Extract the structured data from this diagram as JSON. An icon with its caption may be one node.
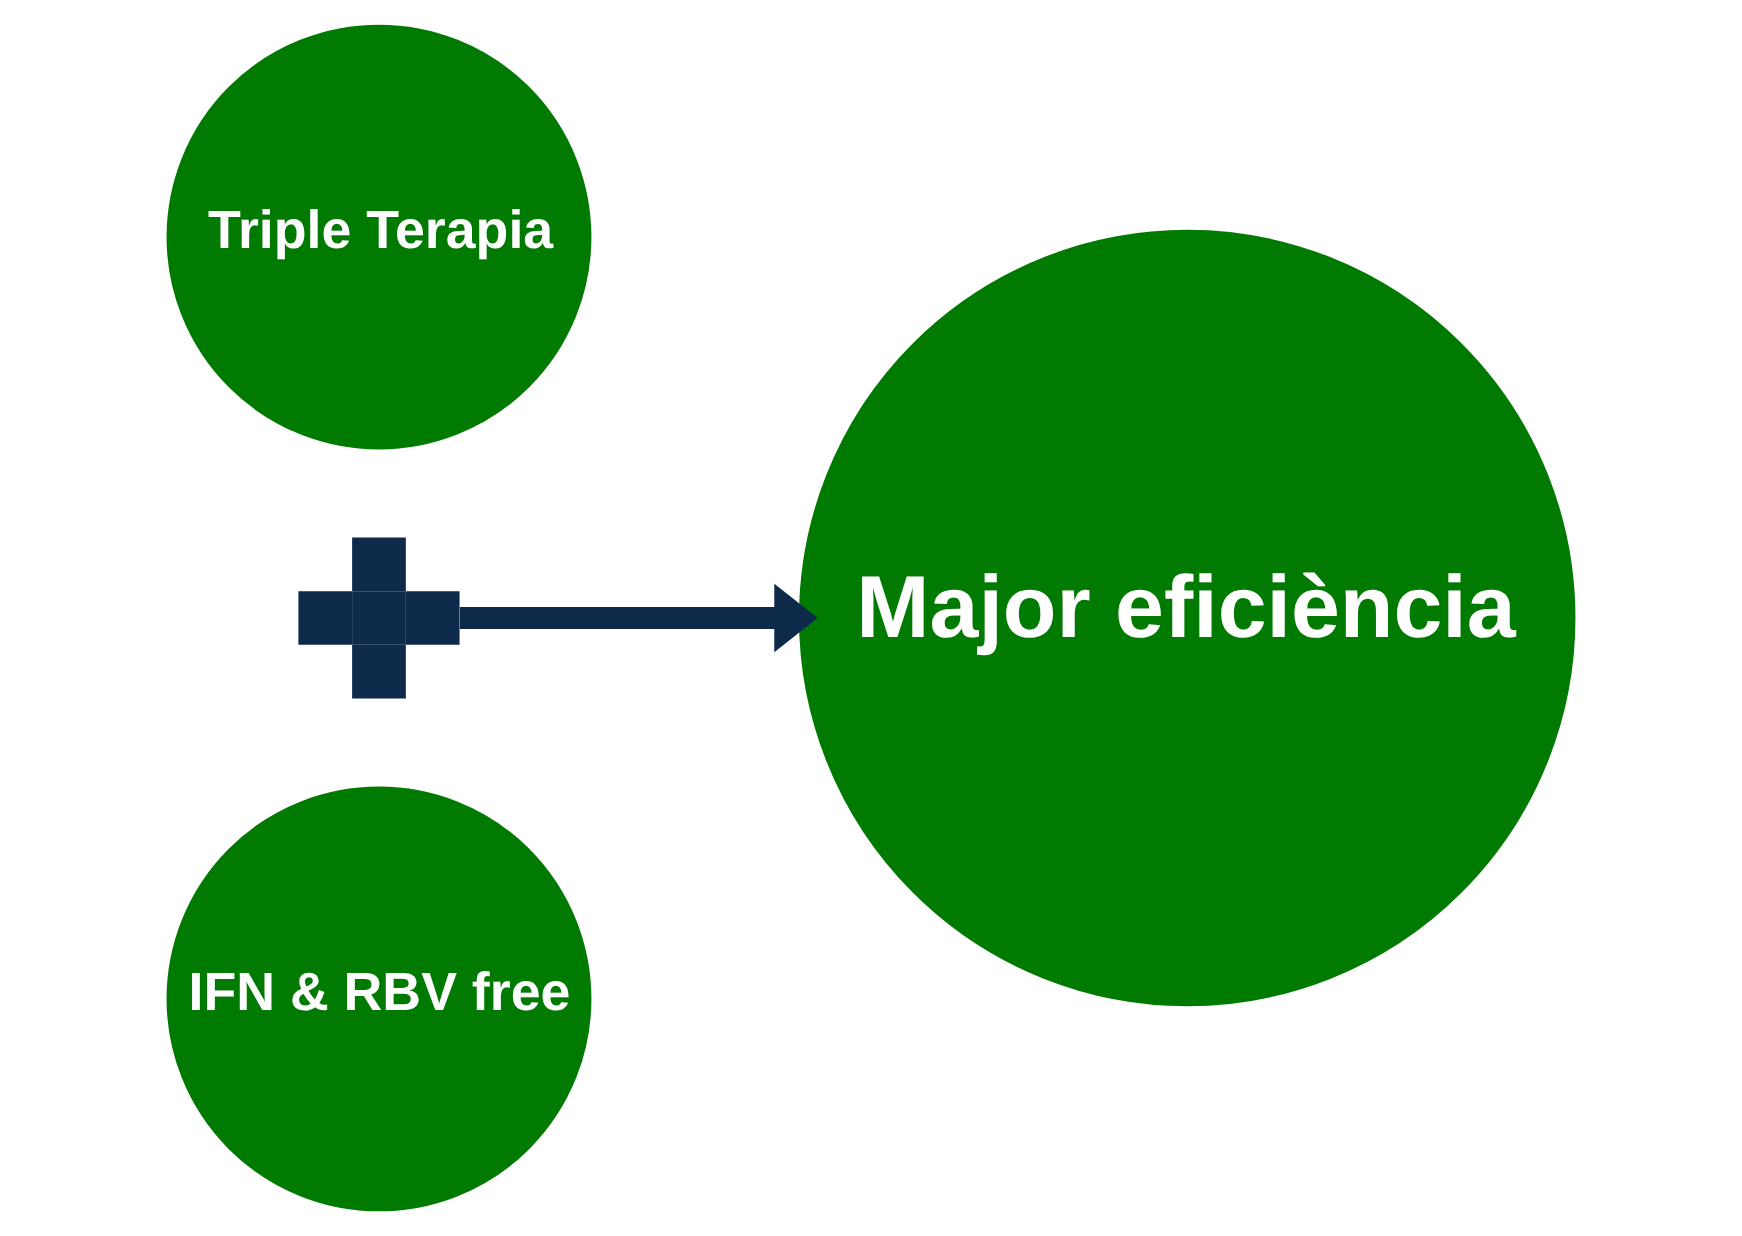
{
  "diagram": {
    "nodes": [
      {
        "text": [
          "Triple Terapia"
        ]
      },
      {
        "text": [],
        "shape": "plus"
      },
      {
        "text": [
          "IFN & RBV free"
        ]
      },
      {
        "text": [
          "Major eficiència"
        ]
      }
    ],
    "edges": [
      {
        "from": 1,
        "to": 3,
        "arrow": "to"
      }
    ]
  }
}
